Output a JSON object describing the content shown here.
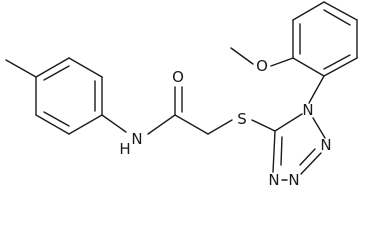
{
  "molecule": {
    "atoms": {
      "O_methoxy": "O",
      "O_carbonyl": "O",
      "N_amide": "N",
      "H_amide": "H",
      "S_thioether": "S",
      "N1_tetrazole": "N",
      "N2_tetrazole": "N",
      "N3_tetrazole": "N",
      "N4_tetrazole": "N"
    }
  }
}
